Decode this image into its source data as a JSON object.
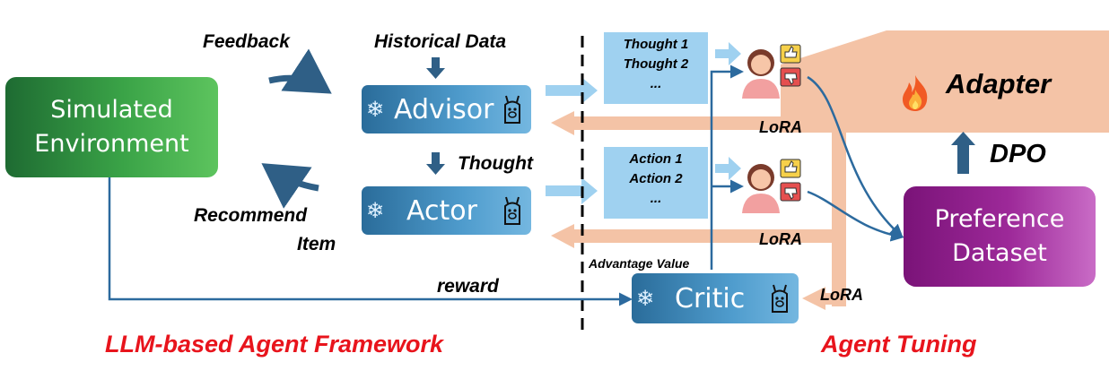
{
  "environment": {
    "line1": "Simulated",
    "line2": "Environment"
  },
  "labels": {
    "feedback": "Feedback",
    "historical_data": "Historical Data",
    "thought": "Thought",
    "recommend": "Recommend",
    "item": "Item",
    "reward": "reward",
    "advantage_value": "Advantage Value",
    "lora": "LoRA",
    "dpo": "DPO",
    "adapter": "Adapter"
  },
  "agents": {
    "advisor": "Advisor",
    "actor": "Actor",
    "critic": "Critic"
  },
  "thought_box": {
    "line1": "Thought 1",
    "line2": "Thought 2",
    "line3": "..."
  },
  "action_box": {
    "line1": "Action 1",
    "line2": "Action 2",
    "line3": "..."
  },
  "preference": {
    "line1": "Preference",
    "line2": "Dataset"
  },
  "sections": {
    "framework": "LLM-based Agent Framework",
    "tuning": "Agent Tuning"
  },
  "colors": {
    "env_green": "#3aa347",
    "agent_blue": "#4f9ccd",
    "pref_purple": "#9d2999",
    "peach": "#f4c3a6",
    "light_blue": "#9fd1f0",
    "dark_blue_arrow": "#2f5f86",
    "red_title": "#e8141c"
  },
  "icons": [
    "snowflake-icon",
    "llama-icon",
    "user-feedback-icon",
    "fire-icon"
  ]
}
